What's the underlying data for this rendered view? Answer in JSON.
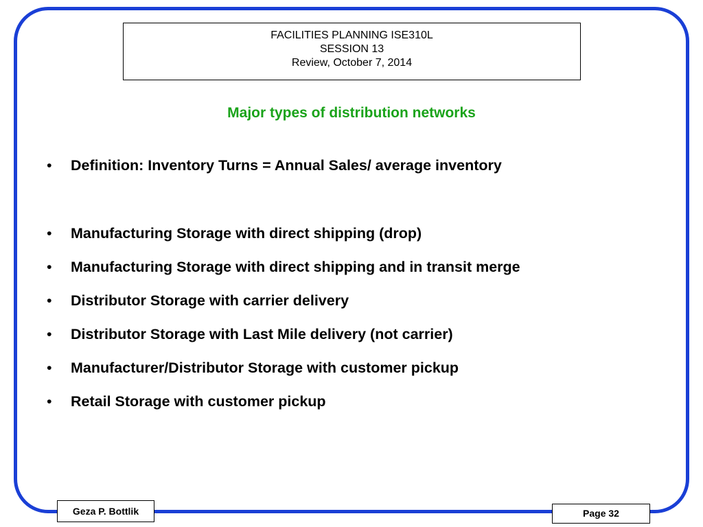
{
  "header": {
    "line1": "FACILITIES PLANNING ISE310L",
    "line2": "SESSION 13",
    "line3": "Review, October 7, 2014"
  },
  "subtitle": "Major types of distribution networks",
  "bullet_symbol": "•",
  "bullets": [
    "Definition: Inventory Turns = Annual Sales/ average inventory",
    "Manufacturing Storage with direct shipping (drop)",
    "Manufacturing Storage with direct shipping and in transit merge",
    "Distributor Storage with carrier delivery",
    "Distributor Storage with Last Mile delivery (not carrier)",
    "Manufacturer/Distributor Storage with customer pickup",
    "Retail Storage with customer pickup"
  ],
  "footer": {
    "author": "Geza P. Bottlik",
    "page": "Page 32"
  },
  "colors": {
    "frame": "#1a3fd6",
    "subtitle": "#1aa31a"
  }
}
